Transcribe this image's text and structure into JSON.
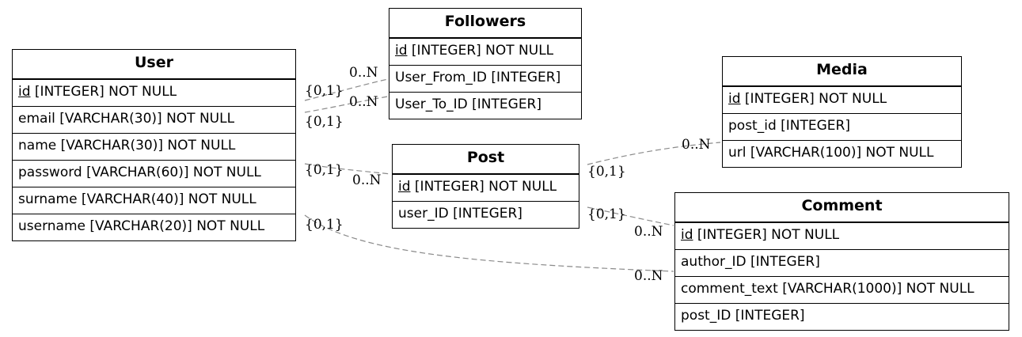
{
  "entities": {
    "user": {
      "name": "User",
      "columns": [
        {
          "pk": "id",
          "rest": " [INTEGER] NOT NULL"
        },
        {
          "text": "email [VARCHAR(30)] NOT NULL"
        },
        {
          "text": "name [VARCHAR(30)] NOT NULL"
        },
        {
          "text": "password [VARCHAR(60)] NOT NULL"
        },
        {
          "text": "surname [VARCHAR(40)] NOT NULL"
        },
        {
          "text": "username [VARCHAR(20)] NOT NULL"
        }
      ]
    },
    "followers": {
      "name": "Followers",
      "columns": [
        {
          "pk": "id",
          "rest": " [INTEGER] NOT NULL"
        },
        {
          "text": "User_From_ID [INTEGER]"
        },
        {
          "text": "User_To_ID [INTEGER]"
        }
      ]
    },
    "post": {
      "name": "Post",
      "columns": [
        {
          "pk": "id",
          "rest": " [INTEGER] NOT NULL"
        },
        {
          "text": "user_ID [INTEGER]"
        }
      ]
    },
    "media": {
      "name": "Media",
      "columns": [
        {
          "pk": "id",
          "rest": " [INTEGER] NOT NULL"
        },
        {
          "text": "post_id [INTEGER]"
        },
        {
          "text": "url [VARCHAR(100)] NOT NULL"
        }
      ]
    },
    "comment": {
      "name": "Comment",
      "columns": [
        {
          "pk": "id",
          "rest": " [INTEGER] NOT NULL"
        },
        {
          "text": "author_ID [INTEGER]"
        },
        {
          "text": "comment_text [VARCHAR(1000)] NOT NULL"
        },
        {
          "text": "post_ID [INTEGER]"
        }
      ]
    }
  },
  "relationships": [
    {
      "from": "User",
      "to": "Followers",
      "from_card": "{0,1}",
      "to_card": "0..N"
    },
    {
      "from": "User",
      "to": "Followers",
      "from_card": "{0,1}",
      "to_card": "0..N"
    },
    {
      "from": "User",
      "to": "Post",
      "from_card": "{0,1}",
      "to_card": "0..N"
    },
    {
      "from": "User",
      "to": "Comment",
      "from_card": "{0,1}",
      "to_card": "0..N"
    },
    {
      "from": "Post",
      "to": "Media",
      "from_card": "{0,1}",
      "to_card": "0..N"
    },
    {
      "from": "Post",
      "to": "Comment",
      "from_card": "{0,1}",
      "to_card": "0..N"
    }
  ],
  "colors": {
    "line": "#8a8a8a",
    "border": "#000000"
  }
}
